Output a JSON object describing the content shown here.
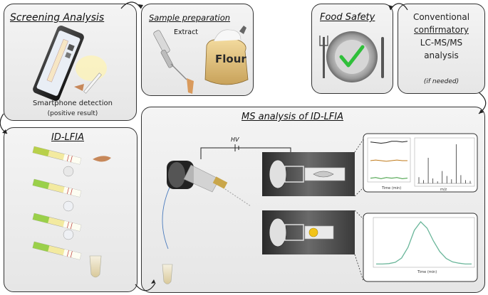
{
  "panels": {
    "screening": {
      "title": "Screening Analysis",
      "caption_line1": "Smartphone detection",
      "caption_line2": "(positive result)"
    },
    "sample_prep": {
      "title": "Sample preparation",
      "extract_label": "Extract",
      "flour_label": "Flour"
    },
    "food_safety": {
      "title": "Food Safety"
    },
    "conventional": {
      "line1": "Conventional",
      "line2": "confirmatory",
      "line3": "LC-MS/MS",
      "line4": "analysis",
      "note": "(if needed)"
    },
    "id_lfia": {
      "title": "ID-LFIA"
    },
    "ms_analysis": {
      "title": "MS analysis of ID-LFIA",
      "hv_label": "HV"
    }
  },
  "chart_data": [
    {
      "type": "line",
      "title": "",
      "xlabel": "Time (min)",
      "ylabel": "",
      "series": [
        {
          "color": "#222222",
          "values": [
            0.85,
            0.8,
            0.75,
            0.8,
            0.9,
            0.9,
            0.85,
            0.9
          ]
        },
        {
          "color": "#c07a1a",
          "values": [
            0.5,
            0.55,
            0.5,
            0.45,
            0.5,
            0.55,
            0.5,
            0.5
          ]
        },
        {
          "color": "#3a9a3a",
          "values": [
            0.15,
            0.2,
            0.1,
            0.2,
            0.15,
            0.2,
            0.1,
            0.15
          ]
        }
      ]
    },
    {
      "type": "bar",
      "title": "",
      "xlabel": "m/z",
      "ylabel": "",
      "values": [
        0.15,
        0.08,
        0.62,
        0.12,
        0.05,
        0.3,
        0.18,
        0.1,
        0.95,
        0.2,
        0.08,
        0.06
      ]
    },
    {
      "type": "line",
      "title": "",
      "xlabel": "Time (min)",
      "ylabel": "",
      "series": [
        {
          "color": "#6ab69a",
          "values": [
            0.01,
            0.01,
            0.02,
            0.05,
            0.15,
            0.4,
            0.8,
            1.0,
            0.85,
            0.55,
            0.3,
            0.14,
            0.06,
            0.03,
            0.01,
            0.01
          ]
        }
      ]
    }
  ]
}
